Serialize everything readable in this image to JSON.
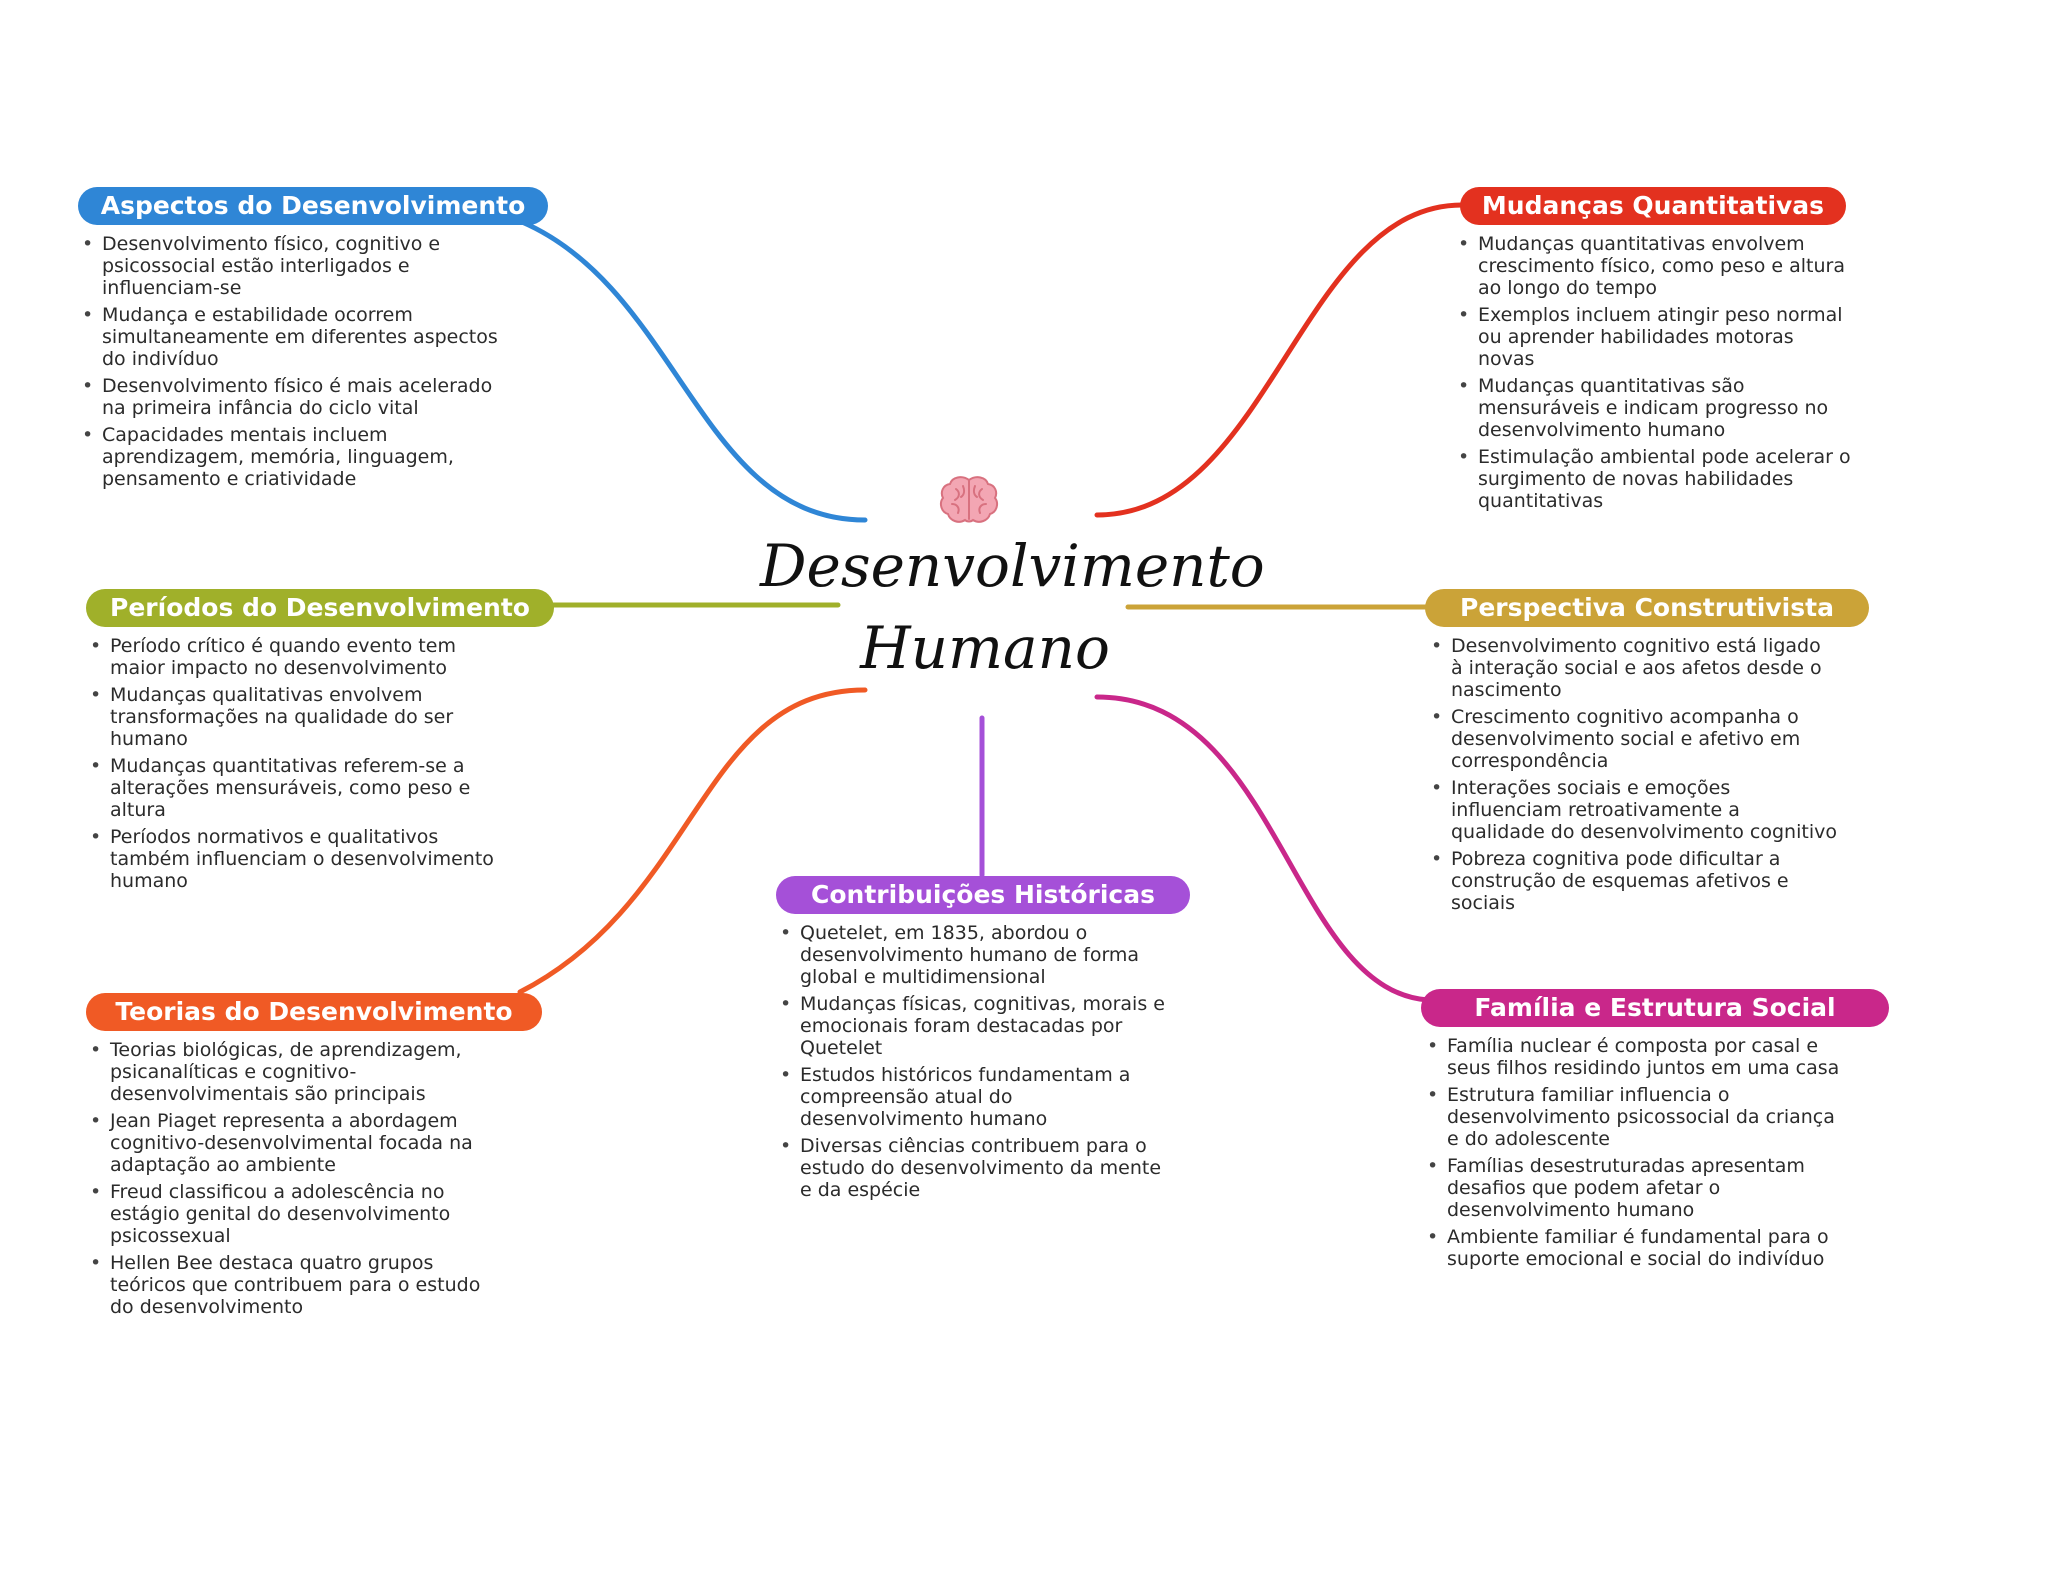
{
  "title": {
    "line1": "Desenvolvimento",
    "line2": "Humano"
  },
  "center_icon": "brain-icon",
  "branches": {
    "aspectos": {
      "title": "Aspectos do Desenvolvimento",
      "color": "#2f86d6",
      "bullets": [
        "Desenvolvimento físico, cognitivo e psicossocial estão interligados e influenciam-se",
        "Mudança e estabilidade ocorrem simultaneamente em diferentes aspectos do indivíduo",
        "Desenvolvimento físico é mais acelerado na primeira infância do ciclo vital",
        "Capacidades mentais incluem aprendizagem, memória, linguagem, pensamento e criatividade"
      ]
    },
    "periodos": {
      "title": "Períodos do Desenvolvimento",
      "color": "#a0b02a",
      "bullets": [
        "Período crítico é quando evento tem maior impacto no desenvolvimento",
        "Mudanças qualitativas envolvem transformações na qualidade do ser humano",
        "Mudanças quantitativas referem-se a alterações mensuráveis, como peso e altura",
        "Períodos normativos e qualitativos também influenciam o desenvolvimento humano"
      ]
    },
    "teorias": {
      "title": "Teorias do Desenvolvimento",
      "color": "#f05a25",
      "bullets": [
        "Teorias biológicas, de aprendizagem, psicanalíticas e cognitivo-desenvolvimentais são principais",
        "Jean Piaget representa a abordagem cognitivo-desenvolvimental focada na adaptação ao ambiente",
        "Freud classificou a adolescência no estágio genital do desenvolvimento psicossexual",
        "Hellen Bee destaca quatro grupos teóricos que contribuem para o estudo do desenvolvimento"
      ]
    },
    "contribuicoes": {
      "title": "Contribuições Históricas",
      "color": "#a550d8",
      "bullets": [
        "Quetelet, em 1835, abordou o desenvolvimento humano de forma global e multidimensional",
        "Mudanças físicas, cognitivas, morais e emocionais foram destacadas por Quetelet",
        "Estudos históricos fundamentam a compreensão atual do desenvolvimento humano",
        "Diversas ciências contribuem para o estudo do desenvolvimento da mente e da espécie"
      ]
    },
    "mudancas": {
      "title": "Mudanças Quantitativas",
      "color": "#e3311f",
      "bullets": [
        "Mudanças quantitativas envolvem crescimento físico, como peso e altura ao longo do tempo",
        "Exemplos incluem atingir peso normal ou aprender habilidades motoras novas",
        "Mudanças quantitativas são mensuráveis e indicam progresso no desenvolvimento humano",
        "Estimulação ambiental pode acelerar o surgimento de novas habilidades quantitativas"
      ]
    },
    "perspectiva": {
      "title": "Perspectiva Construtivista",
      "color": "#cba338",
      "bullets": [
        "Desenvolvimento cognitivo está ligado à interação social e aos afetos desde o nascimento",
        "Crescimento cognitivo acompanha o desenvolvimento social e afetivo em correspondência",
        "Interações sociais e emoções influenciam retroativamente a qualidade do desenvolvimento cognitivo",
        "Pobreza cognitiva pode dificultar a construção de esquemas afetivos e sociais"
      ]
    },
    "familia": {
      "title": "Família e Estrutura Social",
      "color": "#c9278a",
      "bullets": [
        "Família nuclear é composta por casal e seus filhos residindo juntos em uma casa",
        "Estrutura familiar influencia o desenvolvimento psicossocial da criança e do adolescente",
        "Famílias desestruturadas apresentam desafios que podem afetar o desenvolvimento humano",
        "Ambiente familiar é fundamental para o suporte emocional e social do indivíduo"
      ]
    }
  }
}
